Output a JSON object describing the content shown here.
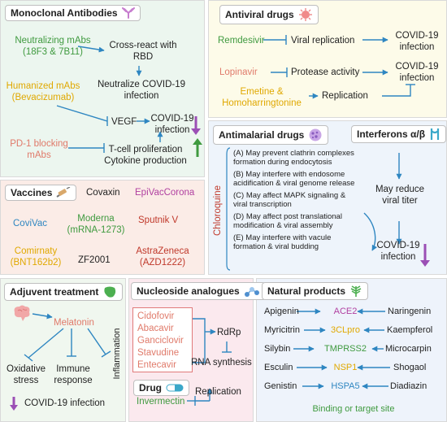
{
  "colors": {
    "green": "#3f9a3f",
    "blue": "#2e86c1",
    "orange": "#e0a800",
    "salmon": "#e07a6a",
    "red": "#c0392b",
    "purple": "#b03fa0",
    "grey": "#222222",
    "arrow": "#2e86c1"
  },
  "mab": {
    "title": "Monoclonal Antibodies",
    "neutralizing": "Neutralizing mAbs",
    "neutralizing_ids": "(18F3 & 7B11)",
    "cross_react": "Cross-react with",
    "rbd": "RBD",
    "humanized": "Humanized mAbs",
    "bevacizumab": "(Bevacizumab)",
    "neutralize": "Neutralize COVID-19",
    "infection": "infection",
    "vegf": "VEGF",
    "covid": "COVID-19",
    "covid_infection": "infection",
    "pd1": "PD-1 blocking",
    "mabs": "mAbs",
    "tcell": "T-cell proliferation",
    "cytokine": "Cytokine production"
  },
  "antiviral": {
    "title": "Antiviral drugs",
    "rows": [
      {
        "drug": "Remdesivir",
        "effect": "Viral replication",
        "target1": "COVID-19",
        "target2": "infection"
      },
      {
        "drug": "Lopinavir",
        "effect": "Protease activity",
        "target1": "COVID-19",
        "target2": "infection"
      }
    ],
    "emetine1": "Emetine &",
    "emetine2": "Homoharringtonine",
    "replication": "Replication"
  },
  "antimalarial": {
    "title": "Antimalarial drugs",
    "chloroquine": "Chloroquine",
    "effects": [
      [
        "(A) May prevent clathrin complexes",
        "formation during endocytosis"
      ],
      [
        "(B) May interfere with endosome",
        "acidification & viral genome release"
      ],
      [
        "(C) May affect MAPK signaling &",
        "viral transcription"
      ],
      [
        "(D) May affect post translational",
        "modification & viral assembly"
      ],
      [
        "(E) May interfere with vacule",
        "formation & viral budding"
      ]
    ]
  },
  "interferons": {
    "title": "Interferons α/β",
    "reduce1": "May reduce",
    "reduce2": "viral titer",
    "covid": "COVID-19",
    "infection": "infection"
  },
  "vaccines": {
    "title": "Vaccines",
    "covaxin": "Covaxin",
    "epivac": "EpiVacCorona",
    "covivac": "CoviVac",
    "moderna": "Moderna",
    "moderna_id": "(mRNA-1273)",
    "sputnik": "Sputnik V",
    "comirnaty": "Comirnaty",
    "comirnaty_id": "(BNT162b2)",
    "zf": "ZF2001",
    "astra": "AstraZeneca",
    "astra_id": "(AZD1222)"
  },
  "adjuvent": {
    "title": "Adjuvent treatment",
    "melatonin": "Melatonin",
    "oxidative1": "Oxidative",
    "oxidative2": "stress",
    "immune1": "Immune",
    "immune2": "response",
    "inflammation": "Inflammation",
    "covid": "COVID-19 infection"
  },
  "nucleoside": {
    "title": "Nucleoside analogues",
    "drugs": [
      "Cidofovir",
      "Abacavir",
      "Ganciclovir",
      "Stavudine",
      "Entecavir"
    ],
    "rdrp": "RdRp",
    "rna": "RNA synthesis"
  },
  "drug": {
    "title": "Drug",
    "invermectin": "Invermectin",
    "replication": "Replication"
  },
  "natural": {
    "title": "Natural products",
    "left": [
      "Apigenin",
      "Myricitrin",
      "Silybin",
      "Esculin",
      "Genistin"
    ],
    "targets": [
      "ACE2",
      "3CLpro",
      "TMPRSS2",
      "NSP1",
      "HSPA5"
    ],
    "right": [
      "Naringenin",
      "Kaempferol",
      "Microcarpin",
      "Shogaol",
      "Diadiazin"
    ],
    "footer": "Binding or target site"
  }
}
